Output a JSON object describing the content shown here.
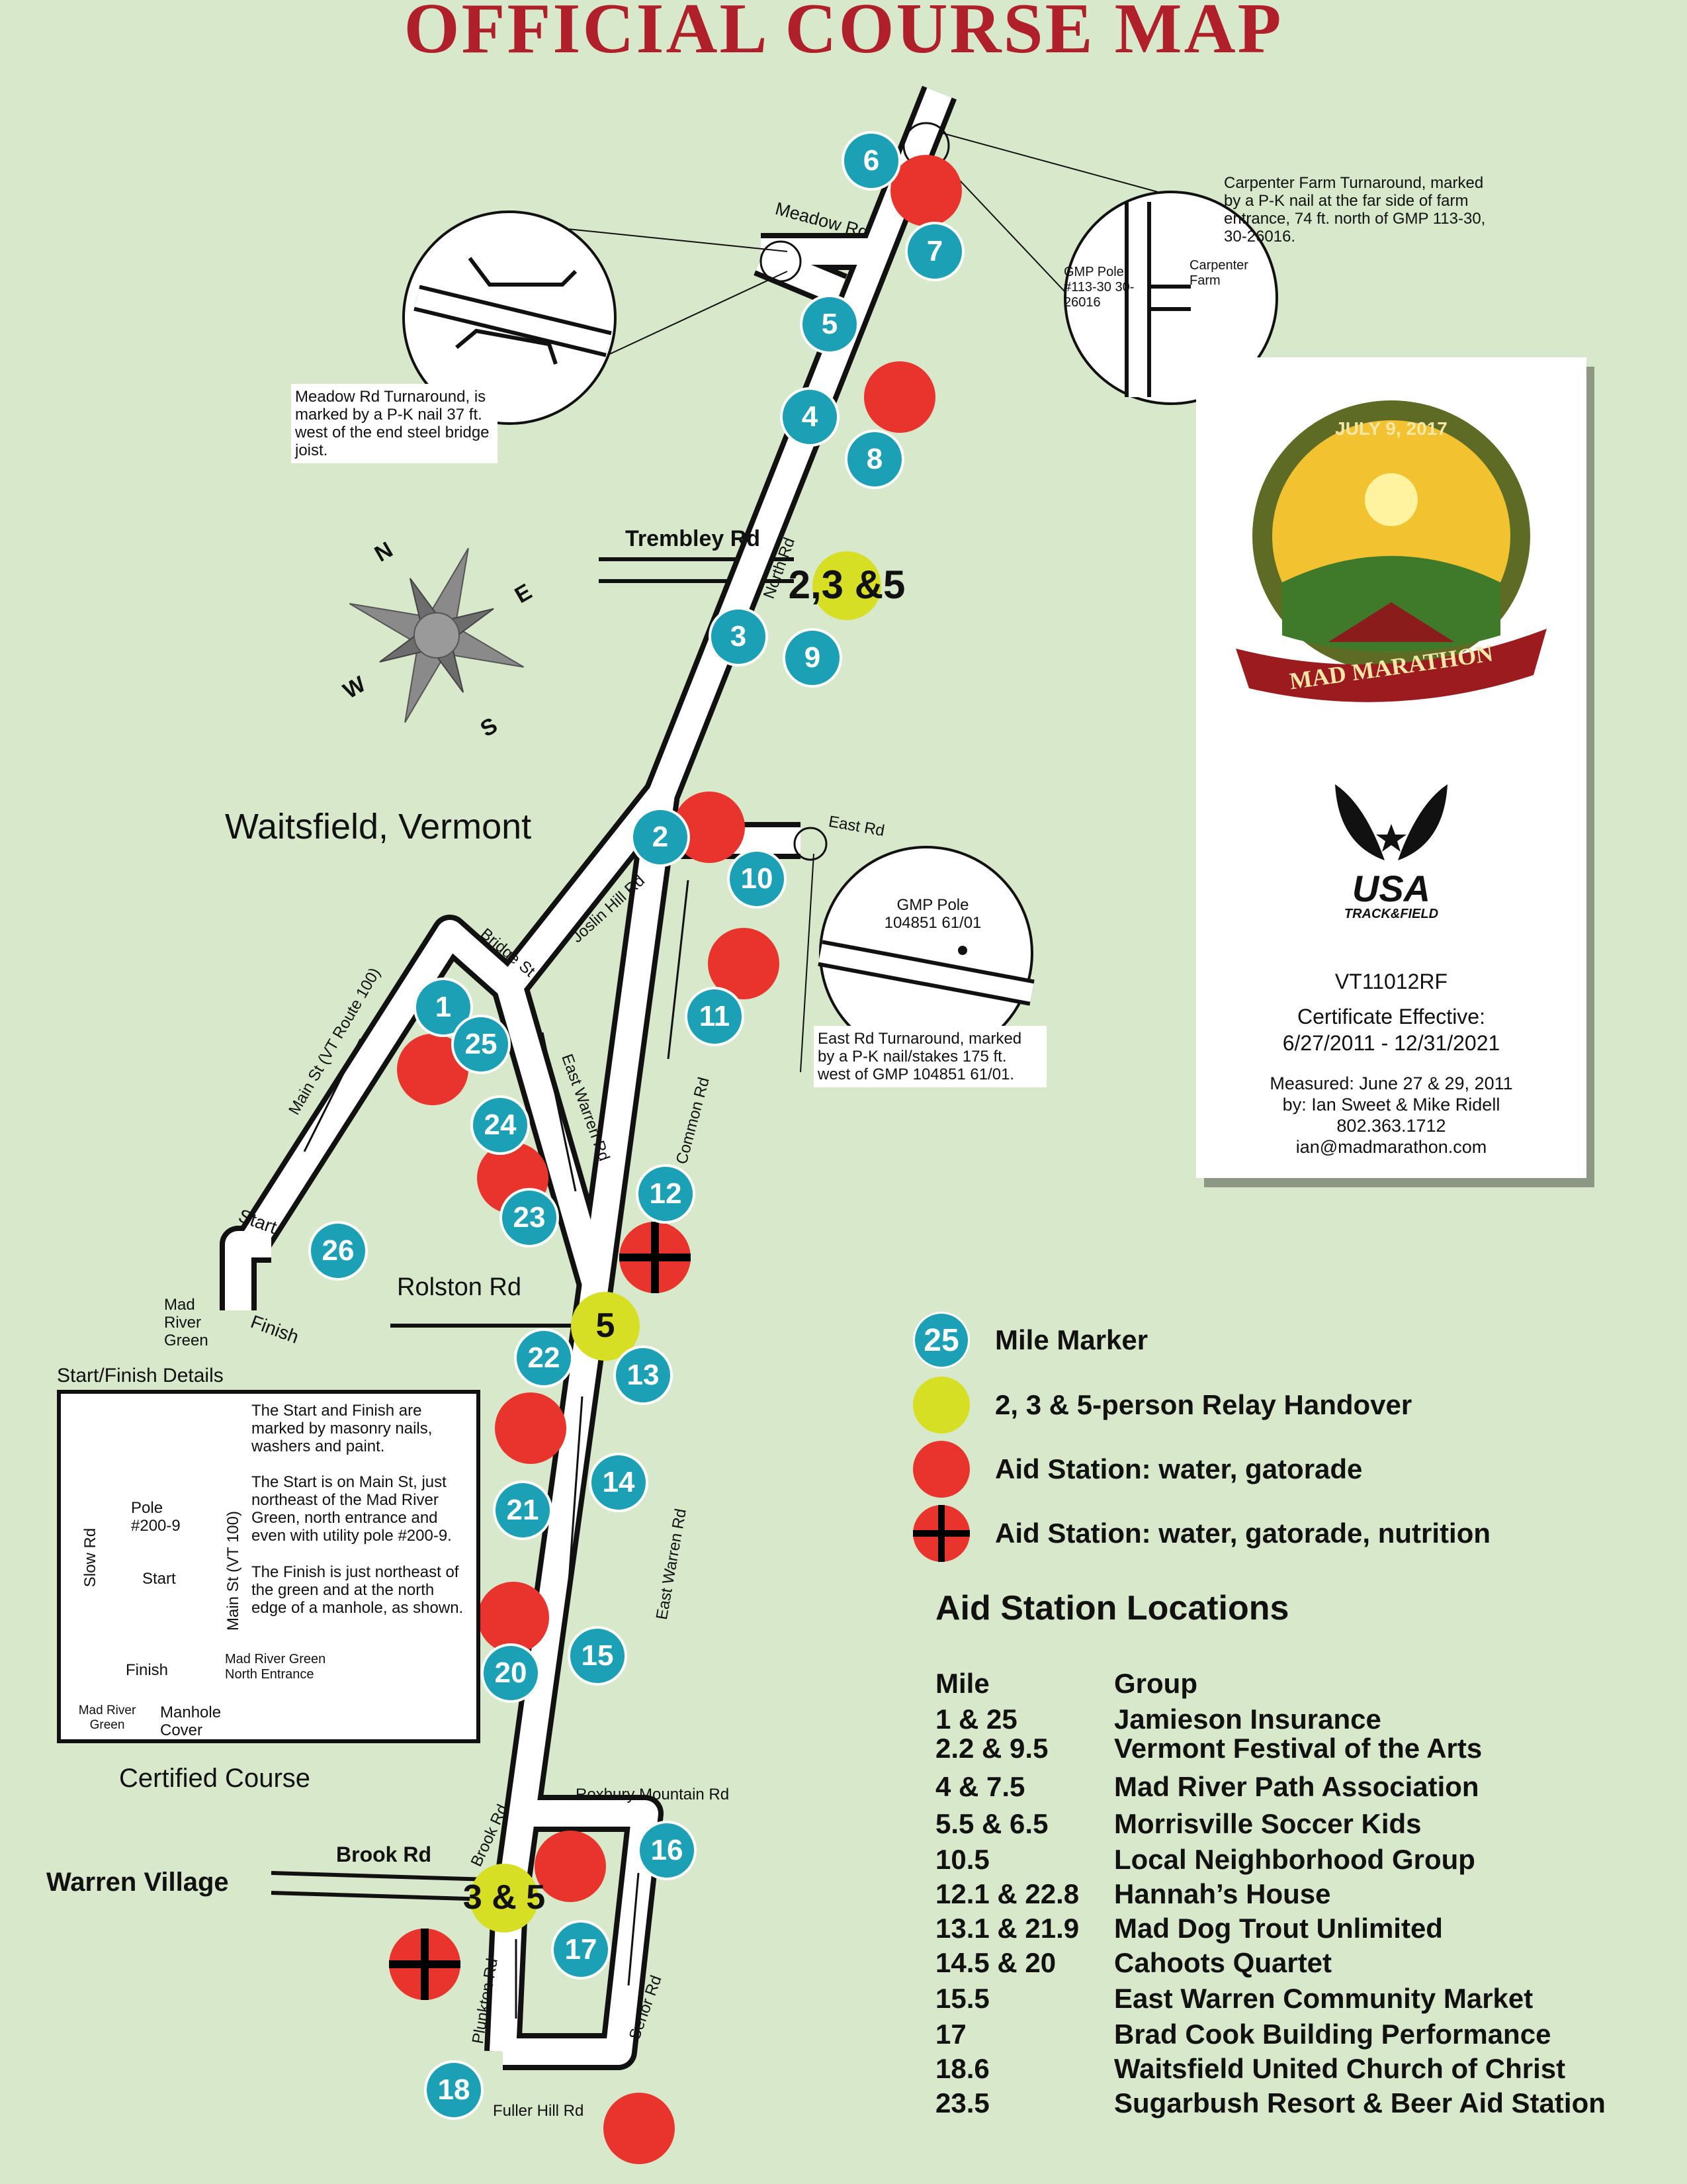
{
  "title": "OFFICIAL COURSE MAP",
  "town_waitsfield": "Waitsfield, Vermont",
  "town_warren": "Warren Village",
  "roads": {
    "meadow": "Meadow Rd",
    "trembley": "Trembley Rd",
    "north": "North Rd",
    "east": "East Rd",
    "joslin": "Joslin Hill Rd",
    "bridge": "Bridge St",
    "main": "Main St (VT Route 100)",
    "east_warren_1": "East Warren Rd",
    "common": "Common Rd",
    "rolston": "Rolston Rd",
    "east_warren_2": "East Warren Rd",
    "roxbury": "Roxbury Mountain Rd",
    "brook": "Brook Rd",
    "brook_label": "Brook Rd",
    "plunkton": "Plunkton Rd",
    "senor": "Senor Rd",
    "fuller": "Fuller Hill Rd"
  },
  "labels": {
    "start": "Start",
    "finish": "Finish",
    "mad_river_green": "Mad River Green",
    "certified_course": "Certified Course"
  },
  "compass": {
    "n": "N",
    "e": "E",
    "s": "S",
    "w": "W"
  },
  "callouts": {
    "carpenter_note": "Carpenter Farm Turnaround, marked by a P-K nail at the far side of farm entrance, 74 ft. north of GMP 113-30, 30-26016.",
    "carpenter_pole": "GMP Pole #113-30 30-26016",
    "carpenter_farm": "Carpenter Farm",
    "meadow_note": "Meadow Rd Turnaround, is marked by a P-K nail 37 ft. west of the end steel bridge joist.",
    "east_note": "East Rd Turnaround, marked by a P-K nail/stakes 175 ft. west of GMP 104851 61/01.",
    "east_pole": "GMP Pole 104851 61/01"
  },
  "inset": {
    "heading": "Start/Finish Details",
    "p1": "The Start and Finish are marked by masonry nails, washers and paint.",
    "p2": "The Start is on Main St, just northeast of the Mad River Green, north entrance and even with utility pole #200-9.",
    "p3": "The Finish is just northeast of the green and at the north edge of a manhole, as shown.",
    "slow_rd": "Slow Rd",
    "main_st": "Main St (VT 100)",
    "pole": "Pole #200-9",
    "start": "Start",
    "finish": "Finish",
    "green": "Mad River Green",
    "north_entrance": "Mad River Green North Entrance",
    "manhole": "Manhole Cover"
  },
  "mile_markers": [
    "1",
    "2",
    "3",
    "4",
    "5",
    "6",
    "7",
    "8",
    "9",
    "10",
    "11",
    "12",
    "13",
    "14",
    "15",
    "16",
    "17",
    "18",
    "20",
    "21",
    "22",
    "23",
    "24",
    "25",
    "26"
  ],
  "relay_labels": {
    "a": "2,3 &5",
    "b": "5",
    "c": "3 & 5"
  },
  "panel": {
    "logo_date": "JULY 9, 2017",
    "logo_name": "MAD MARATHON",
    "usa": "USA",
    "track_field": "TRACK&FIELD",
    "cert_id": "VT11012RF",
    "cert_label": "Certificate Effective:",
    "cert_dates": "6/27/2011 - 12/31/2021",
    "measured": "Measured: June 27 & 29, 2011",
    "by": "by: Ian Sweet & Mike Ridell",
    "phone": "802.363.1712",
    "email": "ian@madmarathon.com"
  },
  "legend": {
    "marker_sample": "25",
    "mile_marker": "Mile Marker",
    "relay": "2, 3 & 5-person Relay Handover",
    "aid": "Aid Station: water, gatorade",
    "aid_nutrition": "Aid Station: water, gatorade, nutrition"
  },
  "colors": {
    "mile_marker": "#1ba0b6",
    "relay": "#d6df23",
    "aid": "#e8342c",
    "title": "#b0202a"
  },
  "aid_stations": {
    "title": "Aid Station Locations",
    "header": {
      "mile": "Mile",
      "group": "Group"
    },
    "rows": [
      {
        "mile": "1 & 25",
        "group": "Jamieson Insurance"
      },
      {
        "mile": "2.2 & 9.5",
        "group": "Vermont Festival of the Arts"
      },
      {
        "mile": "4 & 7.5",
        "group": "Mad River Path Association"
      },
      {
        "mile": "5.5 & 6.5",
        "group": "Morrisville Soccer Kids"
      },
      {
        "mile": "10.5",
        "group": "Local Neighborhood Group"
      },
      {
        "mile": "12.1 & 22.8",
        "group": "Hannah’s House"
      },
      {
        "mile": "13.1 & 21.9",
        "group": "Mad Dog Trout Unlimited"
      },
      {
        "mile": "14.5 & 20",
        "group": "Cahoots Quartet"
      },
      {
        "mile": "15.5",
        "group": "East Warren Community Market"
      },
      {
        "mile": "17",
        "group": "Brad Cook Building Performance"
      },
      {
        "mile": "18.6",
        "group": "Waitsfield United Church of Christ"
      },
      {
        "mile": "23.5",
        "group": "Sugarbush Resort & Beer Aid Station"
      }
    ]
  }
}
